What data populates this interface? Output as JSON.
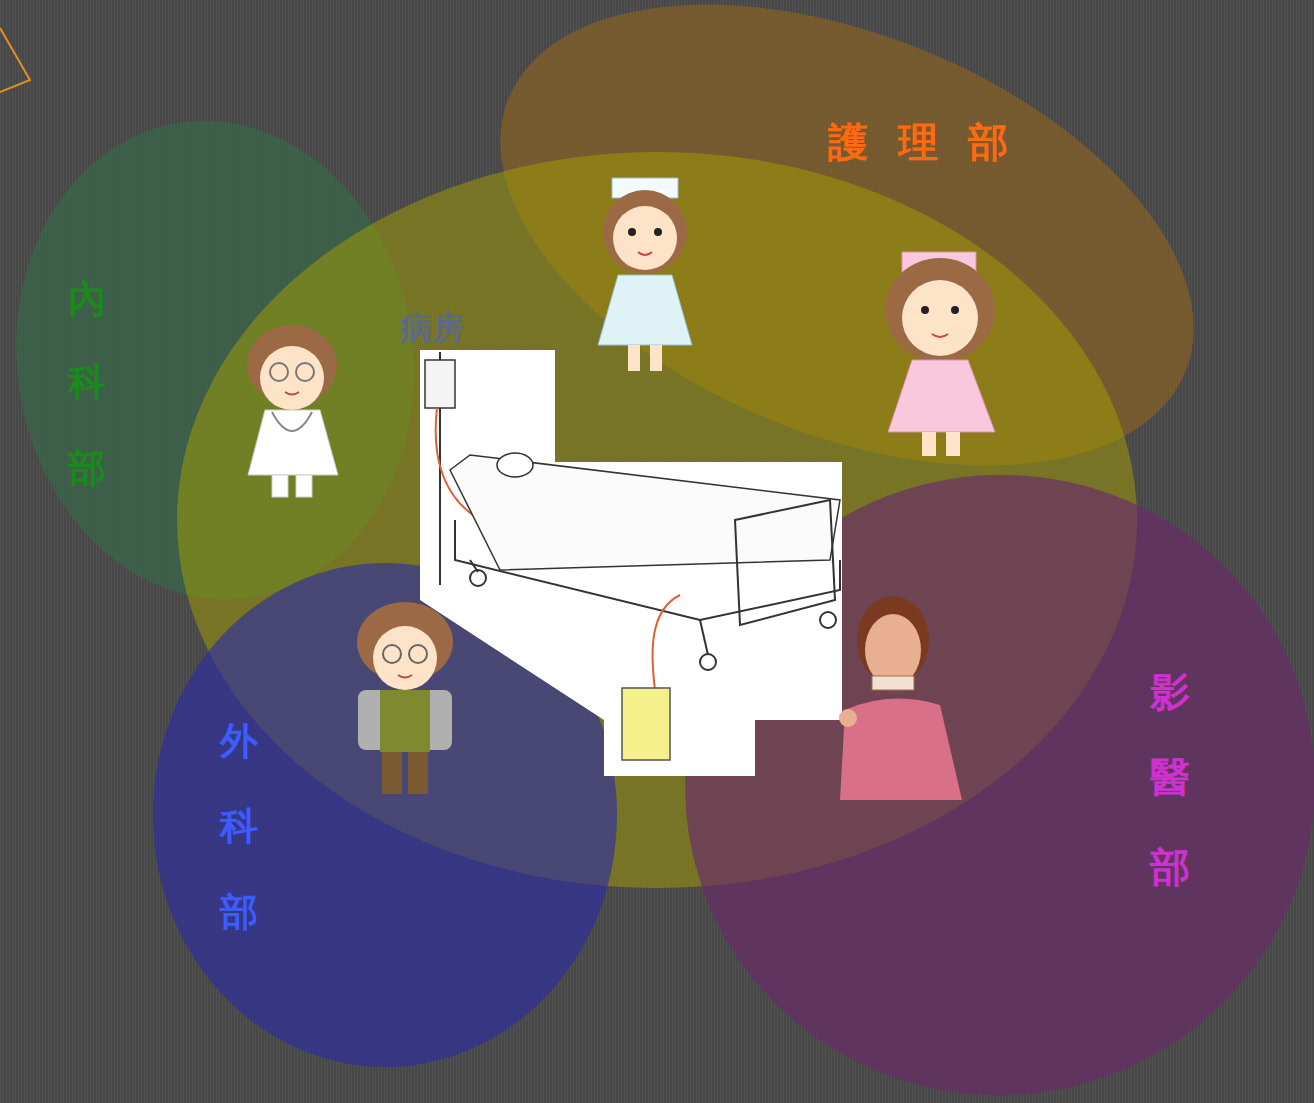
{
  "diagram": {
    "nodes": [
      {
        "text": [
          "護 理 部"
        ]
      },
      {
        "text": [
          "內 科 部"
        ]
      },
      {
        "text": [
          "病房"
        ]
      },
      {
        "text": [
          "外 科 部"
        ]
      },
      {
        "text": [
          "影 醫 部"
        ]
      }
    ]
  }
}
